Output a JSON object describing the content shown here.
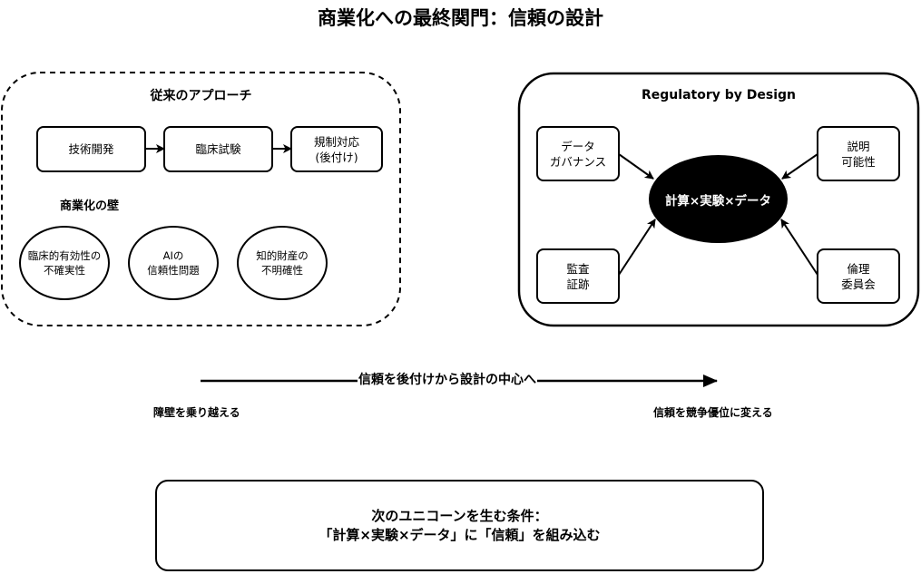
{
  "title": "商業化への最終関門：信頼の設計",
  "traditional": {
    "title": "従来のアプローチ",
    "steps": [
      "技術開発",
      "臨床試験",
      "規制対応\n(後付け)"
    ],
    "barriers_title": "商業化の壁",
    "barriers": [
      "臨床的有効性の\n不確実性",
      "AIの\n信頼性問題",
      "知的財産の\n不明確性"
    ]
  },
  "regulatory": {
    "title": "Regulatory by Design",
    "hub": "計算×実験×データ",
    "pillars": {
      "top_left": "データ\nガバナンス",
      "top_right": "説明\n可能性",
      "bottom_left": "監査\n証跡",
      "bottom_right": "倫理\n委員会"
    }
  },
  "transition": {
    "label": "信頼を後付けから設計の中心へ",
    "left_caption": "障壁を乗り越える",
    "right_caption": "信頼を競争優位に変える"
  },
  "conclusion": {
    "line1": "次のユニコーンを生む条件：",
    "line2": "「計算×実験×データ」に「信頼」を組み込む"
  }
}
